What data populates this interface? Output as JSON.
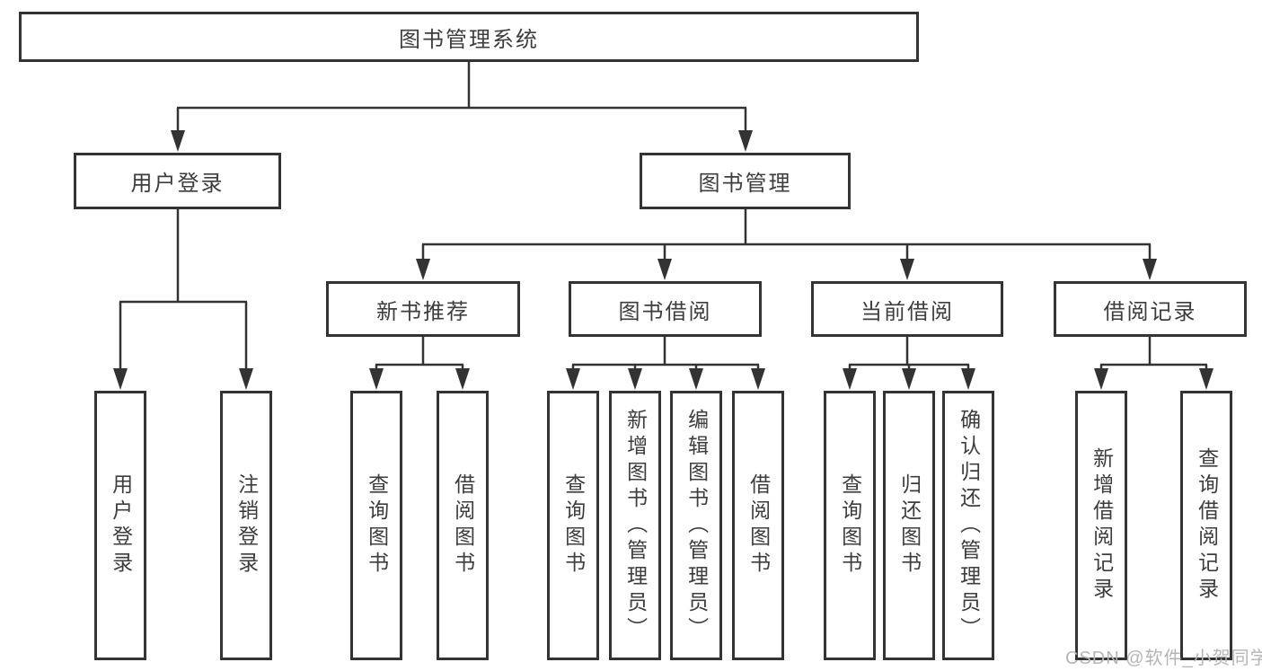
{
  "diagram": {
    "root": "图书管理系统",
    "level2": {
      "user_login": "用户登录",
      "book_mgmt": "图书管理"
    },
    "level3": {
      "new_books": "新书推荐",
      "borrowing": "图书借阅",
      "current": "当前借阅",
      "records": "借阅记录"
    },
    "leaves": {
      "login": "用户登录",
      "logout": "注销登录",
      "nb_query": "查询图书",
      "nb_borrow": "借阅图书",
      "bb_query": "查询图书",
      "bb_add": "新增图书（管理员）",
      "bb_edit": "编辑图书（管理员）",
      "bb_borrow": "借阅图书",
      "cb_query": "查询图书",
      "cb_return": "归还图书",
      "cb_confirm": "确认归还（管理员）",
      "br_add": "新增借阅记录",
      "br_query": "查询借阅记录"
    }
  },
  "watermark": "CSDN @软件_小贺同学",
  "colors": {
    "line": "#333333",
    "text": "#3d3d3d",
    "watermark": "#b5b5b5"
  }
}
